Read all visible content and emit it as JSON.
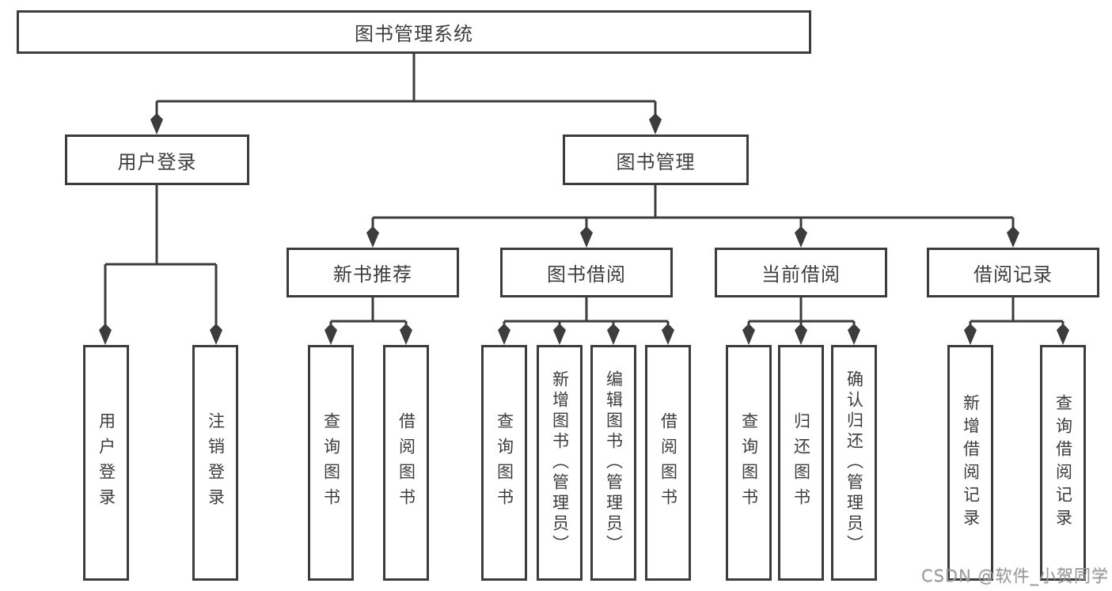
{
  "diagram": {
    "colors": {
      "line": "#3c3c3c",
      "box_border": "#3c3c3c",
      "text": "#3d3d3d",
      "background": "#ffffff",
      "watermark": "#9b9b9b"
    },
    "tree": {
      "label": "图书管理系统",
      "children": [
        {
          "label": "用户登录",
          "children": [
            {
              "label": "用户登录"
            },
            {
              "label": "注销登录"
            }
          ]
        },
        {
          "label": "图书管理",
          "children": [
            {
              "label": "新书推荐",
              "children": [
                {
                  "label": "查询图书"
                },
                {
                  "label": "借阅图书"
                }
              ]
            },
            {
              "label": "图书借阅",
              "children": [
                {
                  "label": "查询图书"
                },
                {
                  "label": "新增图书（管理员）"
                },
                {
                  "label": "编辑图书（管理员）"
                },
                {
                  "label": "借阅图书"
                }
              ]
            },
            {
              "label": "当前借阅",
              "children": [
                {
                  "label": "查询图书"
                },
                {
                  "label": "归还图书"
                },
                {
                  "label": "确认归还（管理员）"
                }
              ]
            },
            {
              "label": "借阅记录",
              "children": [
                {
                  "label": "新增借阅记录"
                },
                {
                  "label": "查询借阅记录"
                }
              ]
            }
          ]
        }
      ]
    },
    "watermark": {
      "text": "CSDN @软件_小贺同学"
    }
  }
}
